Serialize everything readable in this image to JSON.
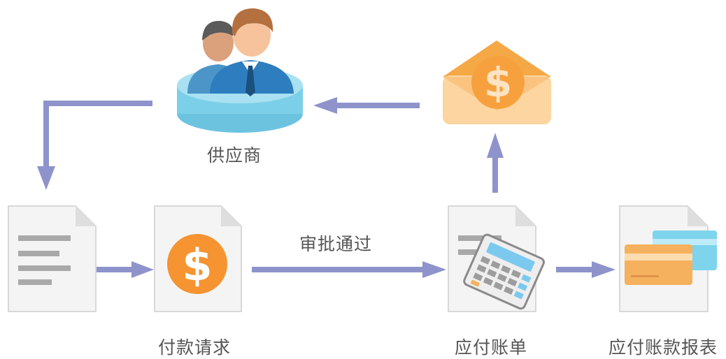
{
  "nodes": {
    "supplier": {
      "label": "供应商"
    },
    "document": {
      "label": ""
    },
    "payment_request": {
      "label": "付款请求"
    },
    "accounts_payable": {
      "label": "应付账单"
    },
    "payable_report": {
      "label": "应付账款报表"
    },
    "payment_envelope": {
      "label": ""
    }
  },
  "edges": {
    "approval": {
      "label": "审批通过"
    }
  },
  "icons": {
    "currency_symbol": "$"
  },
  "colors": {
    "arrow": "#8e94cb",
    "doc_fill": "#f4f4f4",
    "doc_stroke": "#d8d8d8",
    "doc_lines": "#a9a9a9",
    "coin": "#f59431",
    "envelope": "#f7b766",
    "pedestal": "#7ccfe8",
    "suit": "#2e7ebf",
    "card_blue": "#7dd4ec",
    "card_orange": "#f5b15d"
  }
}
